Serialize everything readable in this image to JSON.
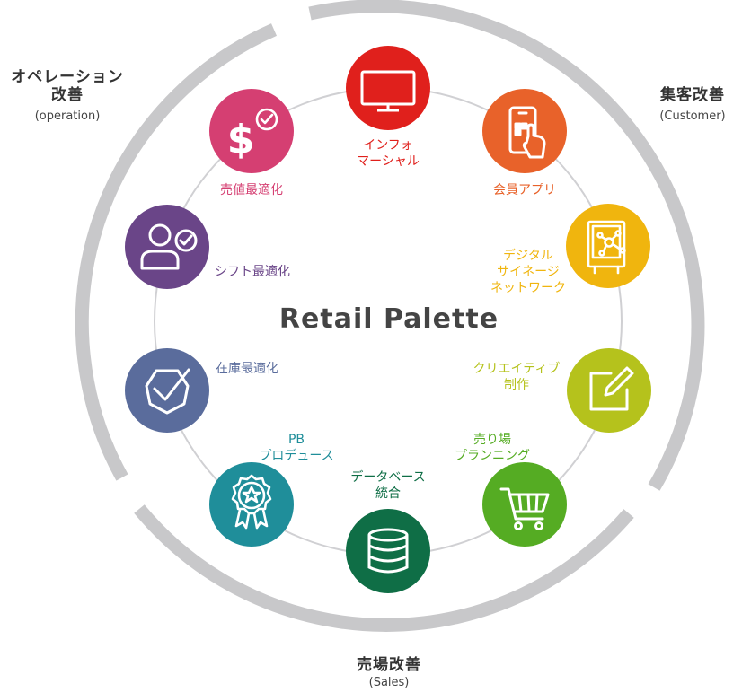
{
  "center_title": "Retail Palette",
  "sections": {
    "customer": {
      "title": "集客改善",
      "sub": "(Customer)"
    },
    "operation": {
      "title": "オペレーション\n改善",
      "sub": "(operation)"
    },
    "sales": {
      "title": "売場改善",
      "sub": "(Sales)"
    }
  },
  "colors": {
    "ring_outer": "#c8c8ca",
    "ring_inner": "#d0d0d3",
    "signage": "#e0201c",
    "app": "#e8622a",
    "digital": "#f0b50e",
    "creative": "#b5c21c",
    "planning": "#55ac23",
    "database": "#0f6e46",
    "pb": "#1f8e9a",
    "inventory": "#5a6c9c",
    "shift": "#6a4588",
    "price": "#d53f72"
  },
  "nodes": [
    {
      "id": "signage",
      "label": "インフォ\nマーシャル",
      "icon": "monitor-icon"
    },
    {
      "id": "app",
      "label": "会員アプリ",
      "icon": "smartphone-tap-icon"
    },
    {
      "id": "digital",
      "label": "デジタル\nサイネージ\nネットワーク",
      "icon": "signage-network-icon"
    },
    {
      "id": "creative",
      "label": "クリエイティブ\n制作",
      "icon": "edit-pencil-icon"
    },
    {
      "id": "planning",
      "label": "売り場\nプランニング",
      "icon": "shopping-cart-icon"
    },
    {
      "id": "database",
      "label": "データベース\n統合",
      "icon": "database-icon"
    },
    {
      "id": "pb",
      "label": "PB\nプロデュース",
      "icon": "star-award-icon"
    },
    {
      "id": "inventory",
      "label": "在庫最適化",
      "icon": "check-badge-icon"
    },
    {
      "id": "shift",
      "label": "シフト最適化",
      "icon": "user-check-icon"
    },
    {
      "id": "price",
      "label": "売値最適化",
      "icon": "dollar-check-icon"
    }
  ]
}
